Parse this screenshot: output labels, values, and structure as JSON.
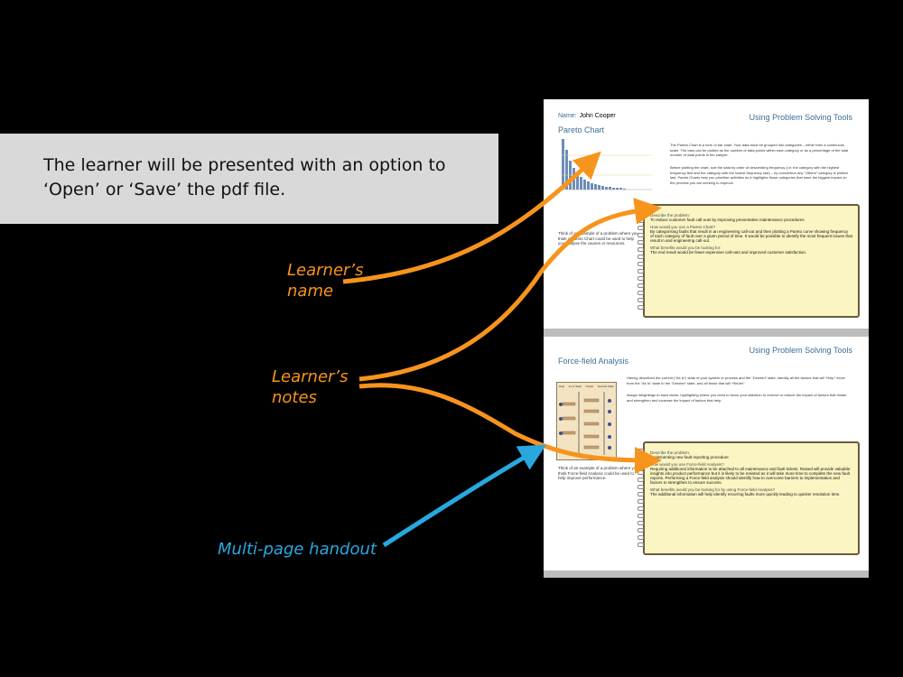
{
  "callout": {
    "text": "The learner will be presented with an option to ‘Open’ or ‘Save’ the pdf file."
  },
  "labels": {
    "learner_name": "Learner’s name",
    "learner_notes": "Learner’s notes",
    "multi_page": "Multi-page handout"
  },
  "colors": {
    "orange": "#f7941d",
    "blue": "#29a8e0",
    "callout_bg": "#d9d9d9"
  },
  "handout": {
    "page1": {
      "header": "Using Problem Solving Tools",
      "name_label": "Name:",
      "name_value": "John Cooper",
      "section_title": "Pareto Chart",
      "intro": "The Pareto Chart is a form of bar chart. Your data must be grouped into categories – either then a continuous scale. The bars can be plotted as the number of data points within each category or as a percentage of the total number of data points in the sample.",
      "intro2": "Before plotting the chart, sort the data by order of descending frequency (i.e. the category with the highest frequency first and the category with the lowest frequency last) – by convention any “Others” category is plotted last. Pareto Charts help you prioritise activities as it highlights those categories that have the biggest impact on the process you are seeking to improve.",
      "side_prompt": "Think of an example of a problem where you think a Pareto Chart could be used to help you analyse the causes or resources.",
      "q1": "Describe the problem:",
      "a1": "To reduce customer fault call-outs by improving preventative maintenance procedures",
      "q2": "How would you use a Pareto Chart?",
      "a2": "By categorising faults that result in an engineering call-out and then plotting a Pareto curve showing frequency of each category of fault over a given period of time. It would be possible to identify the most frequent issues that result in and engineering call-out.",
      "q3": "What benefits would you be looking for:",
      "a3": "The end result would be fewer expensive call-outs and improved customer satisfaction."
    },
    "page2": {
      "header": "Using Problem Solving Tools",
      "section_title": "Force-field Analysis",
      "intro": "Having described the current (“As is”) state of your system or process and the “Desired” state, identify all the factors that will “Help” move from the “As Is” state to the “Desired” state, and all those that will “Hinder”.",
      "intro2": "Assign weightings to each factor, highlighting where you need to focus your attention to remove or reduce the impact of factors that hinder and strengthen and increase the impact of factors that help.",
      "diagram_cols": [
        "Help",
        "As Is State",
        "Hinder",
        "Desired State"
      ],
      "side_prompt": "Think of an example of a problem where you think Force-field Analysis could be used to help improve performance.",
      "q1": "Describe the problem:",
      "a1": "Implementing new fault reporting procedure",
      "q2": "How would you use Force-field Analysis?",
      "a2": "Requiring additional information to be attached to all maintenance and fault tickets. Raised will provide valuable insights into product performance but it is likely to be resisted as it will take more time to complete the new fault reports. Performing a Force-field analysis should identify how to overcome barriers to implementation and factors to strengthen to ensure success.",
      "q3": "What benefits would you be looking for by using Force-field Analysis?",
      "a3": "The additional information will help identify recurring faults more quickly leading to quicker resolution time."
    }
  }
}
